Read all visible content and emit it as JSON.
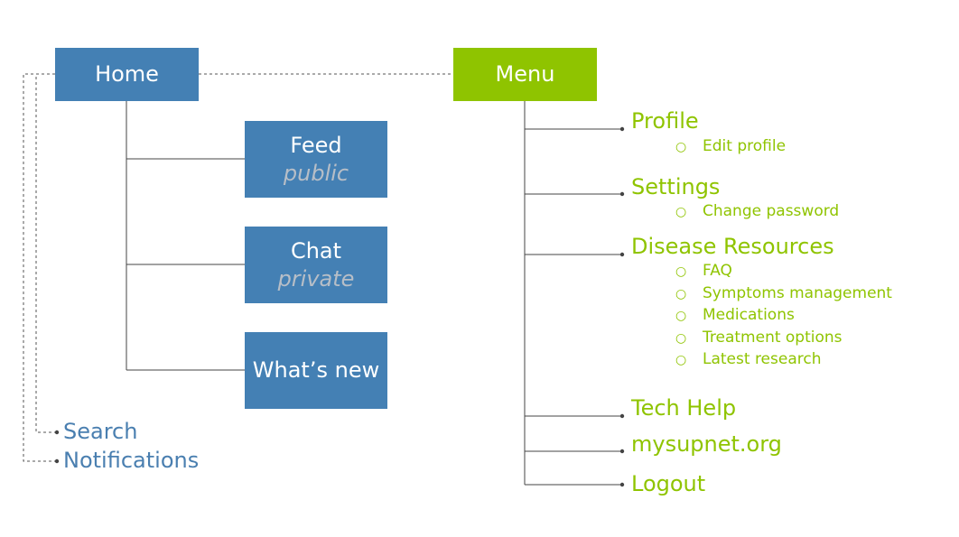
{
  "colors": {
    "blue": "#4480b4",
    "green": "#8fc400"
  },
  "home": {
    "label": "Home"
  },
  "menu_box": {
    "label": "Menu"
  },
  "home_children": [
    {
      "title": "Feed",
      "subtitle": "public"
    },
    {
      "title": "Chat",
      "subtitle": "private"
    },
    {
      "title": "What’s new"
    }
  ],
  "home_links": {
    "search": "Search",
    "notifications": "Notifications"
  },
  "menu": {
    "profile": {
      "label": "Profile",
      "subitems": [
        "Edit profile"
      ]
    },
    "settings": {
      "label": "Settings",
      "subitems": [
        "Change password"
      ]
    },
    "disease_resources": {
      "label": "Disease Resources",
      "subitems": [
        "FAQ",
        "Symptoms management",
        "Medications",
        "Treatment options",
        "Latest research"
      ]
    },
    "tech_help": {
      "label": "Tech Help"
    },
    "site": {
      "label": "mysupnet.org"
    },
    "logout": {
      "label": "Logout"
    }
  },
  "bullet_glyph": "○"
}
